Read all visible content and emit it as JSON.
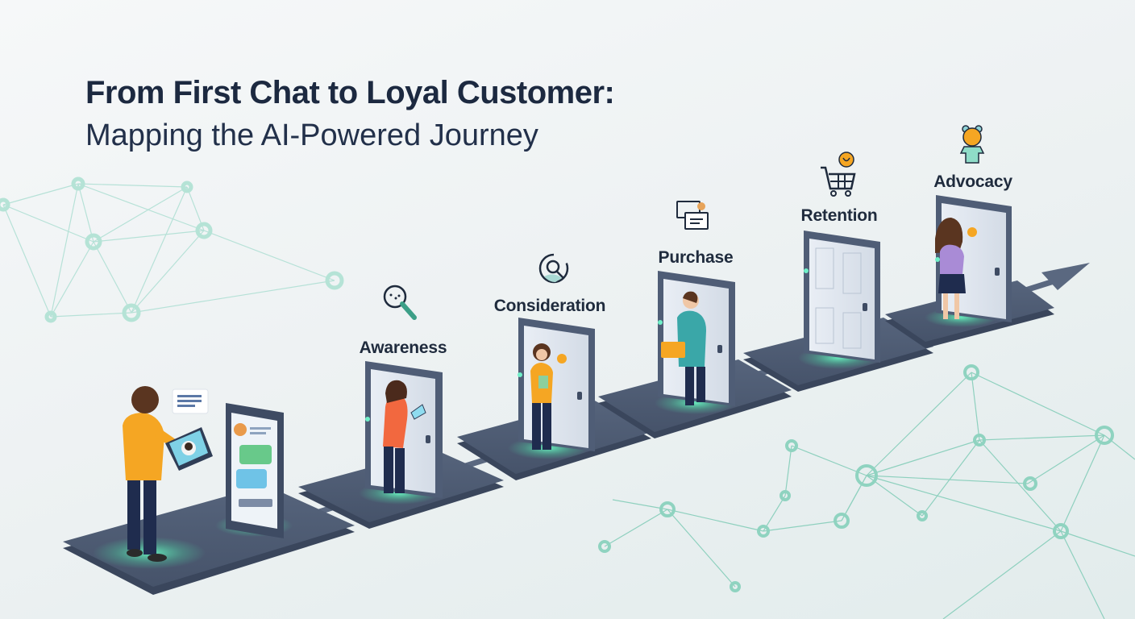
{
  "header": {
    "title": "From First Chat to Loyal Customer:",
    "subtitle": "Mapping the AI-Powered Journey"
  },
  "colors": {
    "title": "#1c2940",
    "platform": "#4a5872",
    "platform_edge": "#3a465c",
    "door": "#dfe6ef",
    "door_frame": "#4f5d76",
    "glow": "#5fe0b4",
    "network": "#8fd3c0",
    "arrow": "#5a6880"
  },
  "start": {
    "label": "",
    "description": "Person with tablet chatting with AI on a large phone screen"
  },
  "stages": [
    {
      "label": "Awareness",
      "icon": "magnifier-icon"
    },
    {
      "label": "Consideration",
      "icon": "search-target-icon"
    },
    {
      "label": "Purchase",
      "icon": "chat-bubbles-icon"
    },
    {
      "label": "Retention",
      "icon": "shopping-cart-icon"
    },
    {
      "label": "Advocacy",
      "icon": "mascot-icon"
    }
  ]
}
